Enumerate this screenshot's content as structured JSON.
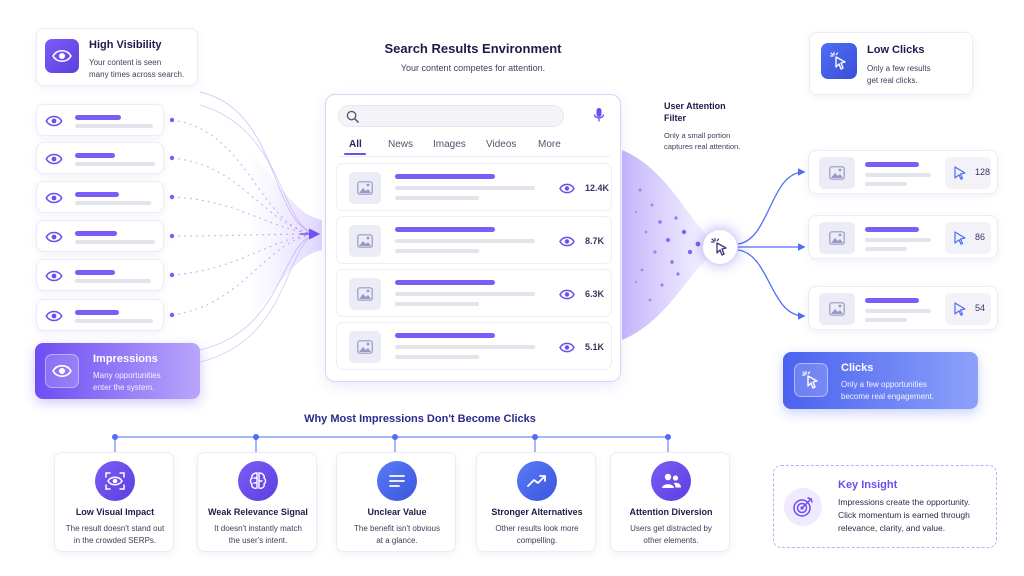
{
  "colors": {
    "accent": "#6d4df2",
    "accent_light": "#a78bfa",
    "blue": "#3b55dd",
    "ink": "#1e1b4b",
    "gray_bar": "#e3e3ec"
  },
  "high_visibility": {
    "title": "High Visibility",
    "desc_line1": "Your content is seen",
    "desc_line2": "many times across search.",
    "icon": "eye-icon"
  },
  "impressions": {
    "title": "Impressions",
    "desc_line1": "Many opportunities",
    "desc_line2": "enter the system.",
    "icon": "eye-icon"
  },
  "search_panel": {
    "title": "Search Results Environment",
    "subtitle": "Your content competes for attention.",
    "tabs": [
      {
        "label": "All"
      },
      {
        "label": "News"
      },
      {
        "label": "Images"
      },
      {
        "label": "Videos"
      },
      {
        "label": "More"
      }
    ],
    "results": [
      {
        "views": "12.4K"
      },
      {
        "views": "8.7K"
      },
      {
        "views": "6.3K"
      },
      {
        "views": "5.1K"
      }
    ]
  },
  "filter": {
    "title_line1": "User Attention",
    "title_line2": "Filter",
    "desc_line1": "Only a small portion",
    "desc_line2": "captures real attention."
  },
  "low_clicks": {
    "title": "Low Clicks",
    "desc_line1": "Only a few results",
    "desc_line2": "get real clicks.",
    "icon": "cursor-click-icon"
  },
  "click_results": [
    {
      "count": "128"
    },
    {
      "count": "86"
    },
    {
      "count": "54"
    }
  ],
  "clicks": {
    "title": "Clicks",
    "desc_line1": "Only a few opportunities",
    "desc_line2": "become real engagement.",
    "icon": "cursor-click-icon"
  },
  "why": {
    "heading": "Why Most Impressions Don't Become Clicks",
    "reasons": [
      {
        "title": "Low Visual Impact",
        "line1": "The result doesn't stand out",
        "line2": "in the crowded SERPs.",
        "icon": "eye-scan-icon"
      },
      {
        "title": "Weak Relevance Signal",
        "line1": "It doesn't instantly match",
        "line2": "the user's intent.",
        "icon": "brain-icon"
      },
      {
        "title": "Unclear Value",
        "line1": "The benefit isn't obvious",
        "line2": "at a glance.",
        "icon": "text-lines-icon"
      },
      {
        "title": "Stronger Alternatives",
        "line1": "Other results look more",
        "line2": "compelling.",
        "icon": "trend-up-icon"
      },
      {
        "title": "Attention Diversion",
        "line1": "Users get distracted by",
        "line2": "other elements.",
        "icon": "users-icon"
      }
    ]
  },
  "key_insight": {
    "title": "Key Insight",
    "line1": "Impressions create the opportunity.",
    "line2": "Click momentum is earned through",
    "line3": "relevance, clarity, and value.",
    "icon": "target-icon"
  }
}
